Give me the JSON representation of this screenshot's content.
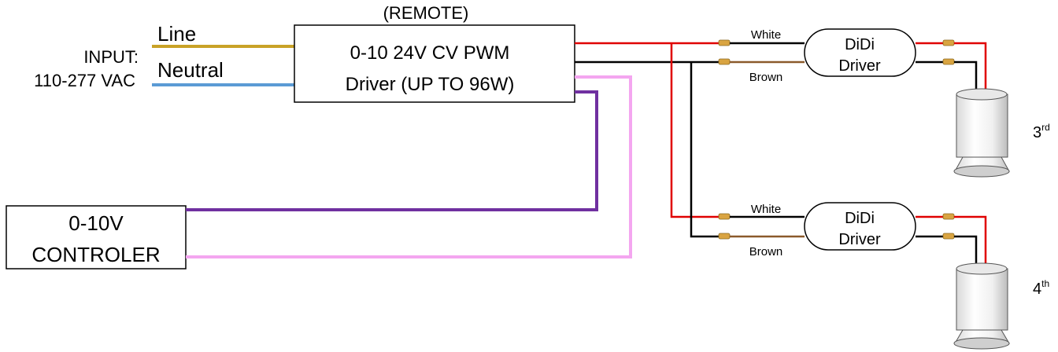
{
  "input": {
    "label": "INPUT:",
    "voltage": "110-277 VAC",
    "line": "Line",
    "neutral": "Neutral"
  },
  "remote": {
    "title": "(REMOTE)",
    "line1": "0-10 24V CV PWM",
    "line2": "Driver (UP TO 96W)"
  },
  "controller": {
    "line1": "0-10V",
    "line2": "CONTROLER"
  },
  "branches": [
    {
      "white": "White",
      "brown": "Brown",
      "driver_line1": "DiDi",
      "driver_line2": "Driver",
      "fixture_base": "3",
      "fixture_sup": "rd"
    },
    {
      "white": "White",
      "brown": "Brown",
      "driver_line1": "DiDi",
      "driver_line2": "Driver",
      "fixture_base": "4",
      "fixture_sup": "th"
    }
  ],
  "colors": {
    "line": "#c9a227",
    "neutral": "#5b9bd5",
    "positive": "#e00000",
    "negative": "#000000",
    "white_wire": "#000000",
    "brown_wire": "#8b5a2b",
    "dim_plus": "#7030a0",
    "dim_minus": "#f4a6f0",
    "connector": "#d9a441"
  }
}
